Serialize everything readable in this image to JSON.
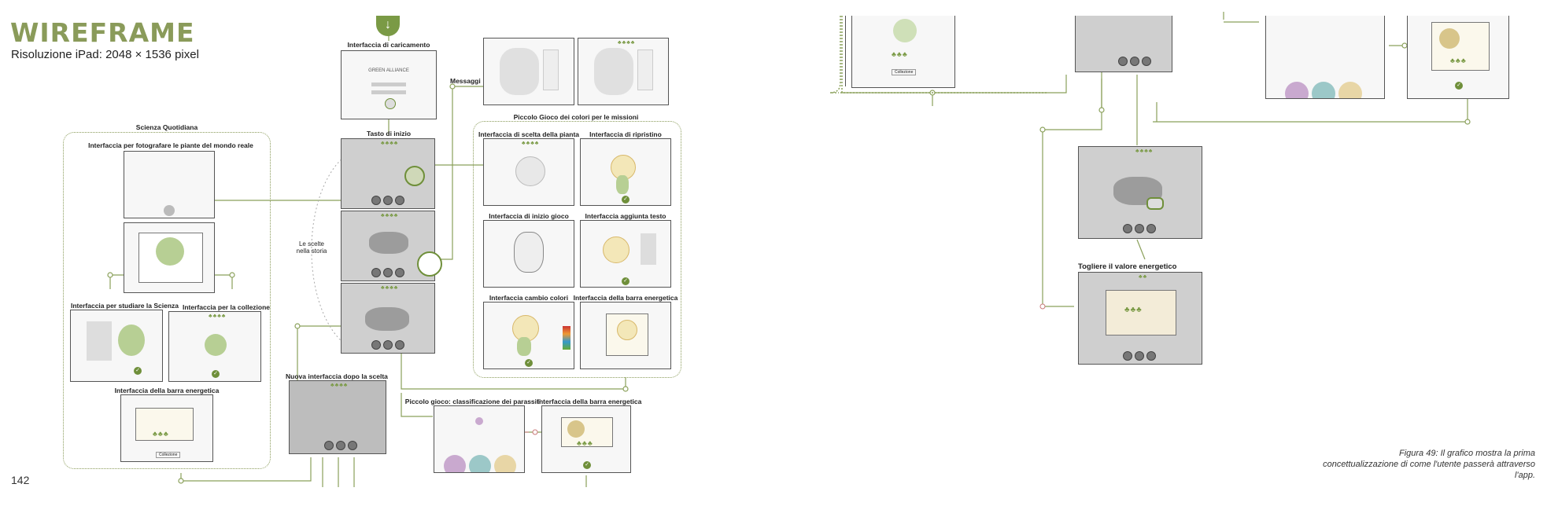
{
  "header": {
    "title": "WIREFRAME",
    "subtitle": "Risoluzione iPad: 2048 × 1536 pixel"
  },
  "page_number": "142",
  "caption": "Figura 49: Il grafico mostra la prima concettualizzazione di come l'utente passerà attraverso l'app.",
  "labels": {
    "loading": "Interfaccia di caricamento",
    "loading_text": "GREEN ALLIANCE",
    "start": "Tasto di inizio",
    "messages": "Messaggi",
    "choices": "Le scelte nella storia",
    "science_group": "Scienza Quotidiana",
    "photo": "Interfaccia per fotografare le piante del mondo reale",
    "study": "Interfaccia per studiare la Scienza",
    "collection": "Interfaccia per la collezione",
    "energy_bar_left": "Interfaccia della barra energetica",
    "energy_bar_left_btn": "Collezione",
    "colors_group": "Piccolo Gioco dei colori per le missioni",
    "plant_choice": "Interfaccia di scelta della pianta",
    "restore": "Interfaccia di ripristino",
    "game_start": "Interfaccia di inizio gioco",
    "add_text": "Interfaccia aggiunta testo",
    "color_change": "Interfaccia cambio colori",
    "energy_bar_game": "Interfaccia della barra energetica",
    "new_after_choice": "Nuova interfaccia dopo la scelta",
    "parasites": "Piccolo gioco: classificazione dei parassiti",
    "energy_bar_bottom": "Interfaccia della barra energetica",
    "remove_energy": "Togliere il valore energetico",
    "right_top_btn": "Collezione"
  },
  "colors": {
    "accent": "#8a9b5a",
    "connector": "#8aa05a",
    "alert": "#c97a7a"
  }
}
